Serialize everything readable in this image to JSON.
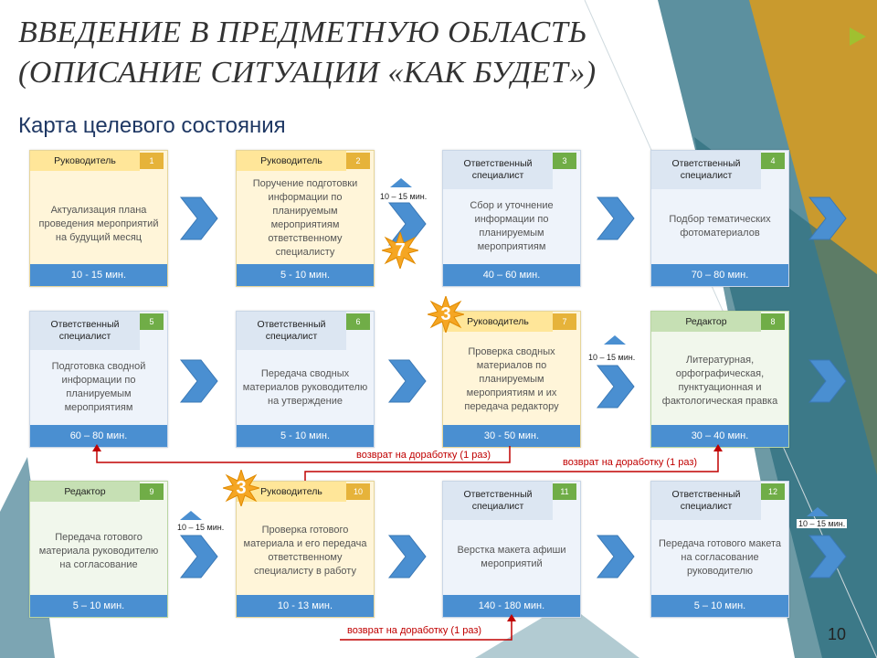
{
  "page": {
    "title_line1": "ВВЕДЕНИЕ В ПРЕДМЕТНУЮ ОБЛАСТЬ",
    "title_line2": "(ОПИСАНИЕ СИТУАЦИИ «КАК БУДЕТ»)",
    "subtitle": "Карта целевого состояния",
    "page_number": "10"
  },
  "colors": {
    "time_bar": "#4a8fd1",
    "chevron": "#4a8fd1",
    "star": "#f5a623",
    "return_line": "#c00000"
  },
  "cards": [
    {
      "num": "1",
      "role": "Руководитель",
      "body": "Актуализация плана проведения мероприятий на будущий месяц",
      "time": "10 - 15 мин."
    },
    {
      "num": "2",
      "role": "Руководитель",
      "body": "Поручение подготовки информации по планируемым мероприятиям ответственному специалисту",
      "time": "5 - 10 мин."
    },
    {
      "num": "3",
      "role": "Ответственный специалист",
      "body": "Сбор и уточнение информации по планируемым мероприятиям",
      "time": "40 – 60 мин."
    },
    {
      "num": "4",
      "role": "Ответственный специалист",
      "body": "Подбор тематических фотоматериалов",
      "time": "70 – 80 мин."
    },
    {
      "num": "5",
      "role": "Ответственный специалист",
      "body": "Подготовка сводной информации по планируемым мероприятиям",
      "time": "60 – 80 мин."
    },
    {
      "num": "6",
      "role": "Ответственный специалист",
      "body": "Передача сводных материалов руководителю на утверждение",
      "time": "5 - 10 мин."
    },
    {
      "num": "7",
      "role": "Руководитель",
      "body": "Проверка сводных материалов по планируемым мероприятиям и их передача редактору",
      "time": "30 - 50 мин."
    },
    {
      "num": "8",
      "role": "Редактор",
      "body": "Литературная, орфографическая, пунктуационная и фактологическая правка",
      "time": "30 – 40 мин."
    },
    {
      "num": "9",
      "role": "Редактор",
      "body": "Передача готового материала руководителю на согласование",
      "time": "5 – 10 мин."
    },
    {
      "num": "10",
      "role": "Руководитель",
      "body": "Проверка готового материала и его передача ответственному специалисту в работу",
      "time": "10 - 13 мин."
    },
    {
      "num": "11",
      "role": "Ответственный специалист",
      "body": "Верстка макета афиши мероприятий",
      "time": "140 - 180 мин."
    },
    {
      "num": "12",
      "role": "Ответственный специалист",
      "body": "Передача готового макета на согласование руководителю",
      "time": "5 – 10 мин."
    }
  ],
  "waits": {
    "w1": "10 – 15 мин.",
    "w2": "10 – 15 мин.",
    "w3": "10 – 15 мин.",
    "w4": "10 – 15 мин."
  },
  "stars": {
    "s1": "7",
    "s2": "3",
    "s3": "3"
  },
  "returns": {
    "r1": "возврат на доработку (1 раз)",
    "r2": "возврат на доработку (1 раз)",
    "r3": "возврат на доработку (1 раз)"
  }
}
